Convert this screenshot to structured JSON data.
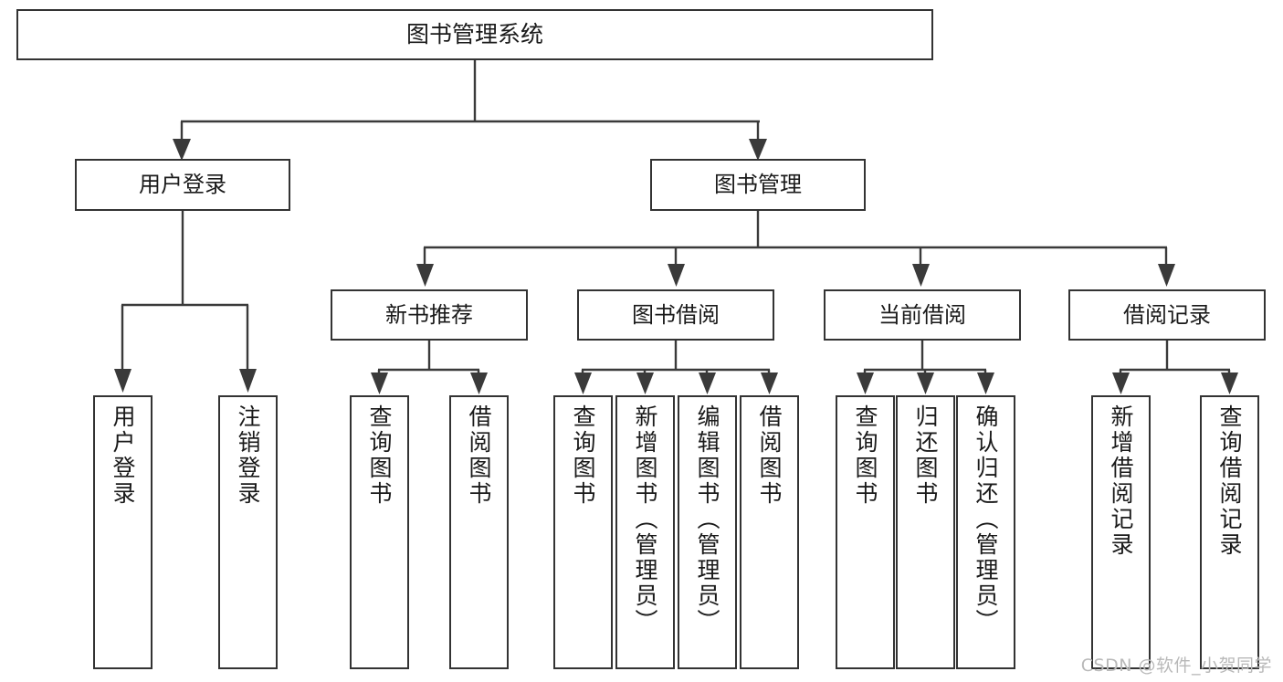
{
  "diagram": {
    "type": "tree",
    "title": "图书管理系统",
    "orientation": "top-down",
    "colors": {
      "box_border": "#333333",
      "box_fill": "#ffffff",
      "connector": "#3a3a3a",
      "text": "#1a1a1a",
      "watermark": "#b9b9b9",
      "background": "#ffffff"
    }
  },
  "root": {
    "label": "图书管理系统"
  },
  "level2": [
    {
      "label": "用户登录"
    },
    {
      "label": "图书管理"
    }
  ],
  "level3": [
    {
      "label": "新书推荐"
    },
    {
      "label": "图书借阅"
    },
    {
      "label": "当前借阅"
    },
    {
      "label": "借阅记录"
    }
  ],
  "leaves": {
    "user_login": [
      {
        "label": "用户登录"
      },
      {
        "label": "注销登录"
      }
    ],
    "new_book_recommend": [
      {
        "label": "查询图书"
      },
      {
        "label": "借阅图书"
      }
    ],
    "book_borrow": [
      {
        "label": "查询图书"
      },
      {
        "label": "新增图书（管理员）"
      },
      {
        "label": "编辑图书（管理员）"
      },
      {
        "label": "借阅图书"
      }
    ],
    "current_borrow": [
      {
        "label": "查询图书"
      },
      {
        "label": "归还图书"
      },
      {
        "label": "确认归还（管理员）"
      }
    ],
    "borrow_record": [
      {
        "label": "新增借阅记录"
      },
      {
        "label": "查询借阅记录"
      }
    ]
  },
  "watermark": {
    "text": "CSDN @软件_小贺同学"
  }
}
